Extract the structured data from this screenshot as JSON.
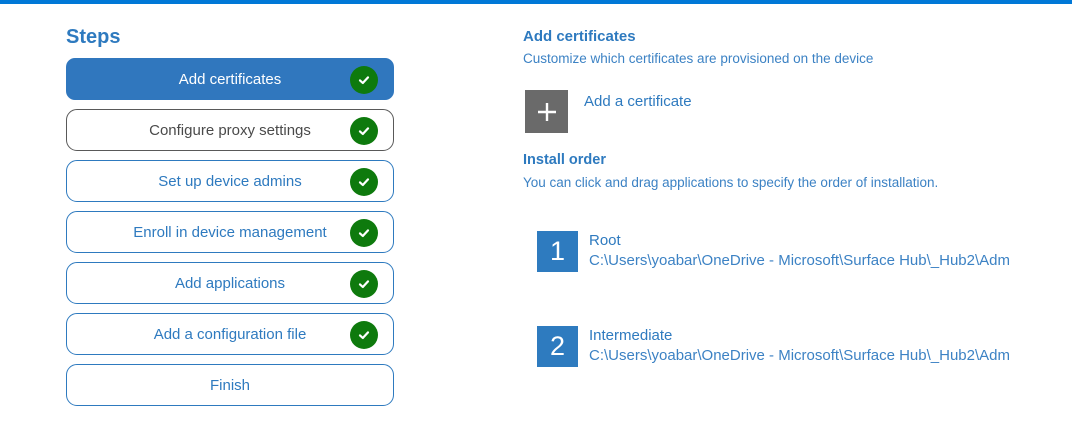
{
  "colors": {
    "accent": "#2e7abf",
    "selected-bg": "#3077be",
    "topbar": "#0078d7",
    "green": "#0e7a0d",
    "plus-gray": "#6a6a6a",
    "gray-border": "#595959",
    "gray-text": "#4a4a4a",
    "num-blue": "#2e7bbf",
    "body-blue": "#3c82c4"
  },
  "sidebar": {
    "title": "Steps",
    "steps": [
      {
        "label": "Add certificates",
        "state": "selected",
        "completed": true
      },
      {
        "label": "Configure proxy settings",
        "state": "gray",
        "completed": true
      },
      {
        "label": "Set up device admins",
        "state": "normal",
        "completed": true
      },
      {
        "label": "Enroll in device management",
        "state": "normal",
        "completed": true
      },
      {
        "label": "Add applications",
        "state": "normal",
        "completed": true
      },
      {
        "label": "Add a configuration file",
        "state": "normal",
        "completed": true
      },
      {
        "label": "Finish",
        "state": "normal",
        "completed": false
      }
    ]
  },
  "main": {
    "section_title": "Add certificates",
    "section_subtitle": "Customize which certificates are provisioned on the device",
    "add_button": {
      "label": "Add a certificate",
      "icon": "plus-icon"
    },
    "install_order": {
      "title": "Install order",
      "description": "You can click and drag applications to specify the order of installation.",
      "items": [
        {
          "order": "1",
          "name": "Root",
          "path": "C:\\Users\\yoabar\\OneDrive - Microsoft\\Surface Hub\\_Hub2\\Adm"
        },
        {
          "order": "2",
          "name": "Intermediate",
          "path": "C:\\Users\\yoabar\\OneDrive - Microsoft\\Surface Hub\\_Hub2\\Adm"
        }
      ]
    }
  }
}
